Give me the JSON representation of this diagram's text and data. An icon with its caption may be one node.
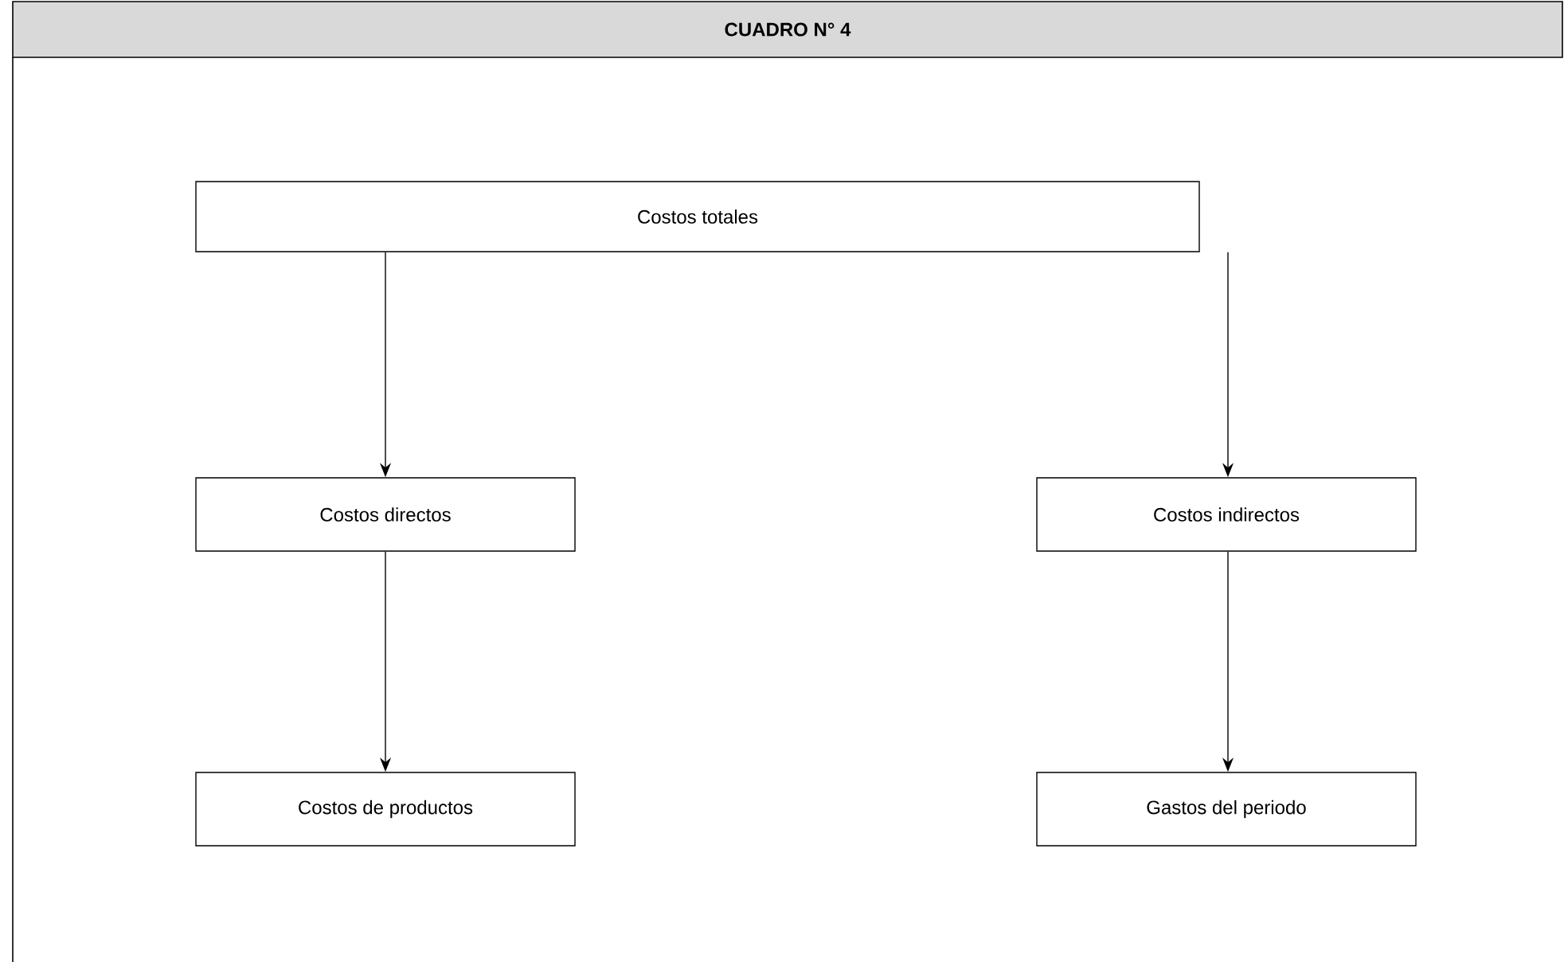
{
  "diagram": {
    "title": "CUADRO N° 4",
    "nodes": [
      {
        "text": [
          "Costos totales"
        ]
      },
      {
        "text": [
          "Costos directos"
        ]
      },
      {
        "text": [
          "Costos indirectos"
        ]
      },
      {
        "text": [
          "Costos de productos"
        ]
      },
      {
        "text": [
          "Gastos del periodo"
        ]
      }
    ],
    "edges": [
      {
        "from": 0,
        "to": 1,
        "arrow": "to"
      },
      {
        "from": 0,
        "to": 2,
        "arrow": "to"
      },
      {
        "from": 1,
        "to": 3,
        "arrow": "to"
      },
      {
        "from": 2,
        "to": 4,
        "arrow": "to"
      }
    ]
  }
}
